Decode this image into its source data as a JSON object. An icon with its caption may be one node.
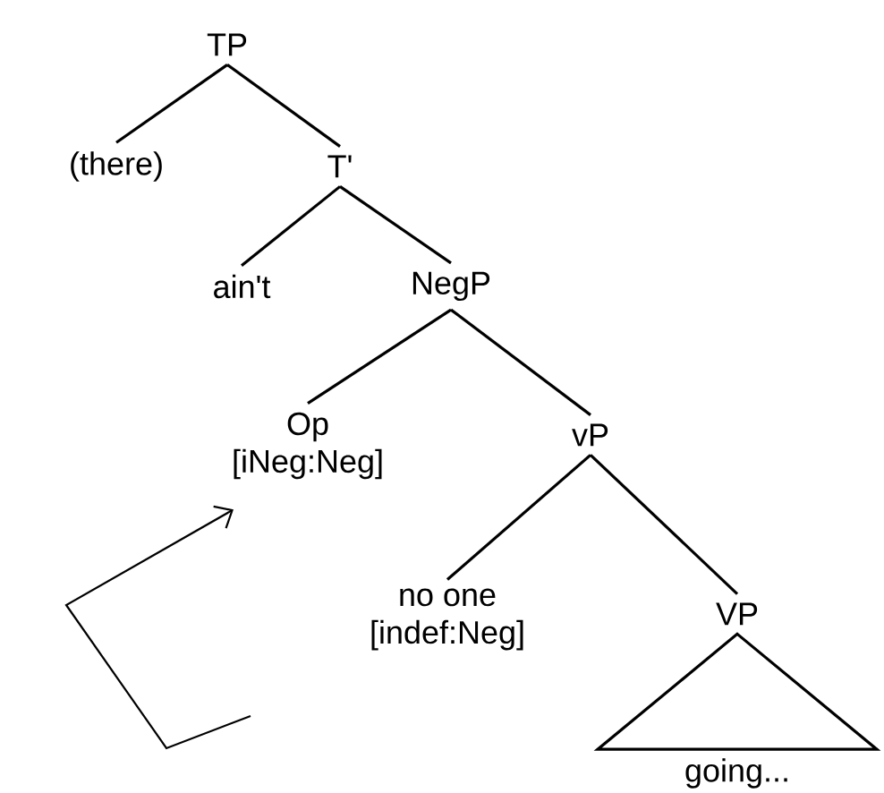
{
  "diagram": {
    "nodes": [
      {
        "text": [
          "TP"
        ]
      },
      {
        "text": [
          "(there)"
        ]
      },
      {
        "text": [
          "T'"
        ]
      },
      {
        "text": [
          "ain't"
        ]
      },
      {
        "text": [
          "NegP"
        ]
      },
      {
        "text": [
          "Op",
          "[iNeg:Neg]"
        ]
      },
      {
        "text": [
          "vP"
        ]
      },
      {
        "text": [
          "no one",
          "[indef:Neg]"
        ]
      },
      {
        "text": [
          "VP"
        ]
      },
      {
        "text": [
          "going..."
        ]
      }
    ],
    "edges": [
      {
        "from": 0,
        "to": 1,
        "arrow": "none"
      },
      {
        "from": 0,
        "to": 2,
        "arrow": "none"
      },
      {
        "from": 2,
        "to": 3,
        "arrow": "none"
      },
      {
        "from": 2,
        "to": 4,
        "arrow": "none"
      },
      {
        "from": 4,
        "to": 5,
        "arrow": "none"
      },
      {
        "from": 4,
        "to": 6,
        "arrow": "none"
      },
      {
        "from": 6,
        "to": 7,
        "arrow": "none"
      },
      {
        "from": 6,
        "to": 8,
        "arrow": "none"
      },
      {
        "from": 8,
        "to": 9,
        "arrow": "none"
      },
      {
        "from": null,
        "to": 5,
        "arrow": "to"
      }
    ]
  }
}
